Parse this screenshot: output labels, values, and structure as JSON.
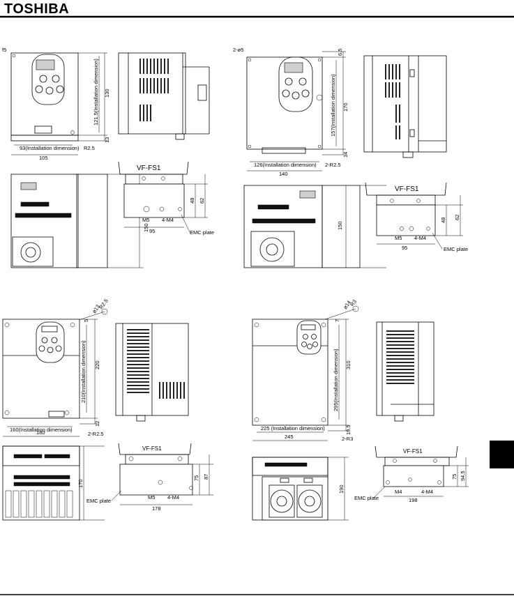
{
  "header": {
    "brand": "TOSHIBA"
  },
  "tab_marker": {
    "color": "#000000"
  },
  "drawings": [
    {
      "front_top": {
        "corner": "f5",
        "height": "130",
        "installation_height": "121.5(Installation dimension)",
        "bottom_offset": "13",
        "installation_width": "93(Installation dimension)",
        "radius": "R2.5",
        "width": "105"
      },
      "bottom_view": {
        "model": "VF-FS1",
        "plate_h1": "48",
        "plate_h2": "62",
        "screw_label": "M5",
        "holes_label": "4-M4",
        "plate_width": "95",
        "plate_label": "EMC plate",
        "height": "150"
      }
    },
    {
      "front_top": {
        "holes": "2-ø5",
        "top_offset": "6.5",
        "height": "170",
        "installation_height": "157(Installation dimension)",
        "bottom_offset": "14",
        "installation_width": "126(Installation dimension)",
        "radius": "2-R2.5",
        "width": "140"
      },
      "bottom_view": {
        "model": "VF-FS1",
        "plate_h1": "48",
        "plate_h2": "62",
        "screw_label": "M5",
        "holes_label": "4-M4",
        "plate_width": "95",
        "plate_label": "EMC plate",
        "height": "150"
      }
    },
    {
      "front_top": {
        "detail_d": "ø13",
        "detail_r": "R2.5",
        "top_offset": "5",
        "height": "220",
        "installation_height": "210(Installation dimension)",
        "bottom_offset": "12",
        "installation_width": "160(Installation dimension)",
        "radius": "2-R2.5",
        "width": "180"
      },
      "bottom_view": {
        "model": "VF-FS1",
        "plate_h1": "75",
        "plate_h2": "87",
        "screw_label": "M5",
        "holes_label": "4-M4",
        "plate_width": "178",
        "plate_label": "EMC plate",
        "height": "170"
      }
    },
    {
      "front_top": {
        "detail_d": "ø14",
        "detail_r": "R3",
        "top_offset": "7",
        "height": "310",
        "installation_height": "295(Installation dimension)",
        "bottom_offset": "19.5",
        "installation_width": "225 (Installation dimension)",
        "radius": "2-R3",
        "width": "245"
      },
      "bottom_view": {
        "model": "VF-FS1",
        "plate_h1": "75",
        "plate_h2": "94.5",
        "screw_label": "M4",
        "holes_label": "4-M4",
        "plate_width": "198",
        "plate_label": "EMC plate",
        "height": "190"
      }
    }
  ]
}
